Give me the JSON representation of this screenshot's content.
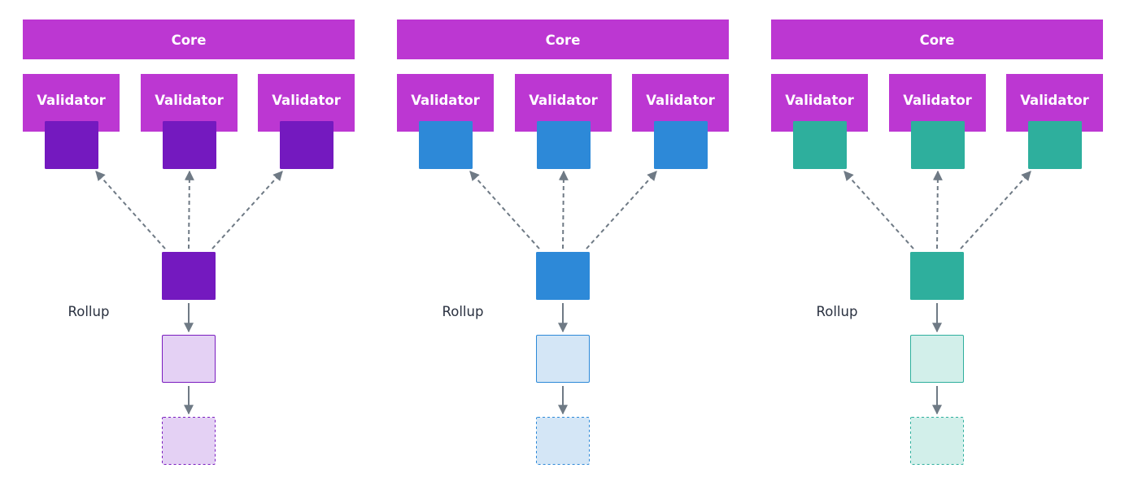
{
  "colors": {
    "core": "#bc37d2",
    "validator": "#bc37d2",
    "arrow": "#6f7a85"
  },
  "groups": [
    {
      "core_label": "Core",
      "validators": [
        "Validator",
        "Validator",
        "Validator"
      ],
      "rollup_label": "Rollup",
      "accent": "#7419bf",
      "light_fill": "#e4d1f4",
      "light_border": "#7a1cbf"
    },
    {
      "core_label": "Core",
      "validators": [
        "Validator",
        "Validator",
        "Validator"
      ],
      "rollup_label": "Rollup",
      "accent": "#2d89d8",
      "light_fill": "#d4e6f6",
      "light_border": "#2d89d8"
    },
    {
      "core_label": "Core",
      "validators": [
        "Validator",
        "Validator",
        "Validator"
      ],
      "rollup_label": "Rollup",
      "accent": "#2eaf9d",
      "light_fill": "#d2efea",
      "light_border": "#2eaf9d"
    }
  ]
}
